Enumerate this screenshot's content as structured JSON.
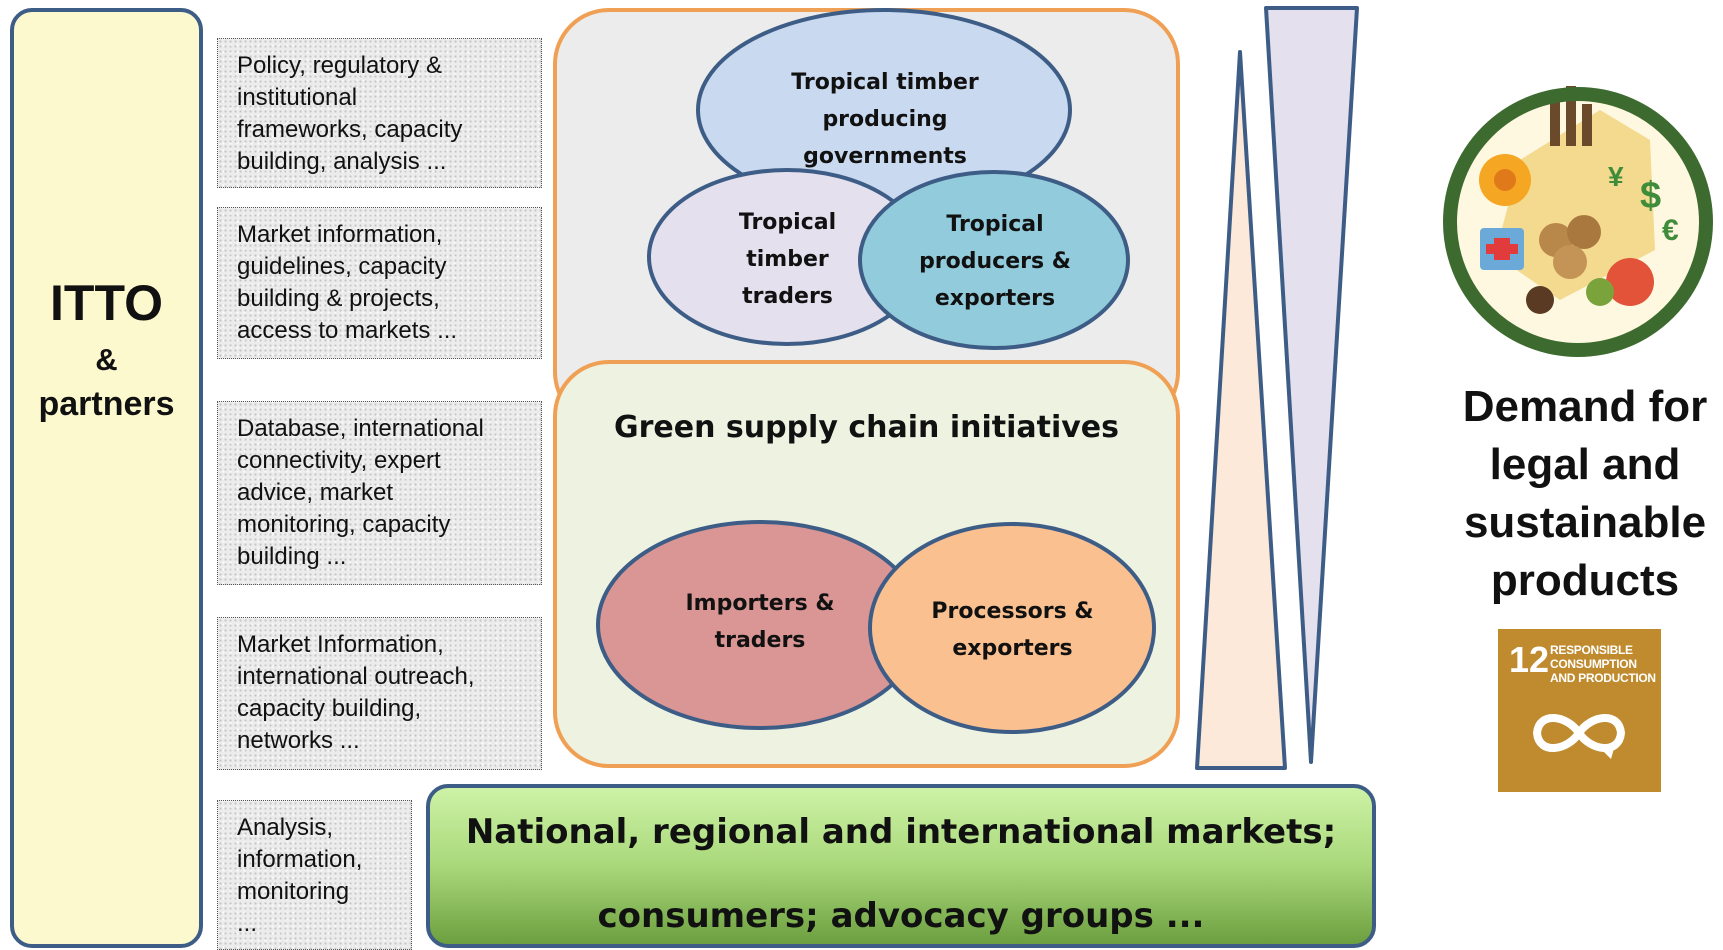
{
  "itto": {
    "title": "ITTO",
    "amp": "&",
    "partners": "partners"
  },
  "notes": [
    "Policy, regulatory &\ninstitutional\nframeworks, capacity\nbuilding, analysis ...",
    "Market information,\nguidelines, capacity\nbuilding & projects,\naccess to markets ...",
    "Database, international\nconnectivity, expert\nadvice, market\nmonitoring, capacity\nbuilding ...",
    "Market Information,\ninternational outreach,\ncapacity building,\nnetworks ...",
    "Analysis,\ninformation,\nmonitoring\n..."
  ],
  "top_group": {
    "governments": "Tropical timber\nproducing\ngovernments",
    "traders": "Tropical\ntimber\ntraders",
    "producers": "Tropical\nproducers &\nexporters"
  },
  "green_group": {
    "title": "Green supply chain initiatives",
    "importers": "Importers &\ntraders",
    "processors": "Processors &\nexporters"
  },
  "markets": {
    "line1": "National, regional and international markets;",
    "line2": "consumers; advocacy groups ..."
  },
  "demand": {
    "text": "Demand for\nlegal and\nsustainable\nproducts"
  },
  "sdg": {
    "number": "12",
    "label": "RESPONSIBLE\nCONSUMPTION\nAND PRODUCTION"
  },
  "colors": {
    "border_blue": "#3d5d86",
    "panel_orange": "#f0a054",
    "itto_fill": "#fdf9cf",
    "governments_fill": "#c9d9f0",
    "traders_fill": "#e4e0ee",
    "producers_fill": "#92cbdb",
    "importers_fill": "#d99694",
    "processors_fill": "#fac090",
    "sdg_gold": "#bf8b2e"
  },
  "icons": [
    "sustainability-emblem-icon",
    "infinity-icon"
  ]
}
